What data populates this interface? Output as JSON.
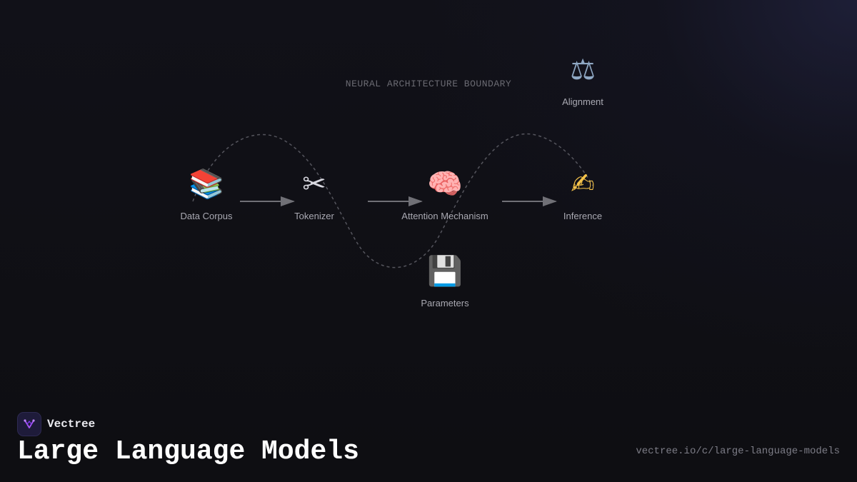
{
  "diagram": {
    "boundary_label": "NEURAL ARCHITECTURE BOUNDARY",
    "nodes": [
      {
        "id": "data-corpus",
        "label": "Data Corpus",
        "icon": "books-icon",
        "glyph": "📚"
      },
      {
        "id": "tokenizer",
        "label": "Tokenizer",
        "icon": "scissors-icon",
        "glyph": "✂"
      },
      {
        "id": "attention-mechanism",
        "label": "Attention Mechanism",
        "icon": "brain-icon",
        "glyph": "🧠"
      },
      {
        "id": "parameters",
        "label": "Parameters",
        "icon": "floppy-disk-icon",
        "glyph": "💾"
      },
      {
        "id": "alignment",
        "label": "Alignment",
        "icon": "balance-scale-icon",
        "glyph": "⚖"
      },
      {
        "id": "inference",
        "label": "Inference",
        "icon": "writing-hand-icon",
        "glyph": "✍"
      }
    ],
    "edges": [
      {
        "from": "data-corpus",
        "to": "tokenizer"
      },
      {
        "from": "tokenizer",
        "to": "attention-mechanism"
      },
      {
        "from": "attention-mechanism",
        "to": "inference"
      }
    ]
  },
  "footer": {
    "brand_name": "Vectree",
    "title": "Large Language Models",
    "url": "vectree.io/c/large-language-models"
  },
  "colors": {
    "background": "#0f0f13",
    "edge": "#707076",
    "boundary": "#5a5a62",
    "brand_accent": "#a855f7"
  }
}
